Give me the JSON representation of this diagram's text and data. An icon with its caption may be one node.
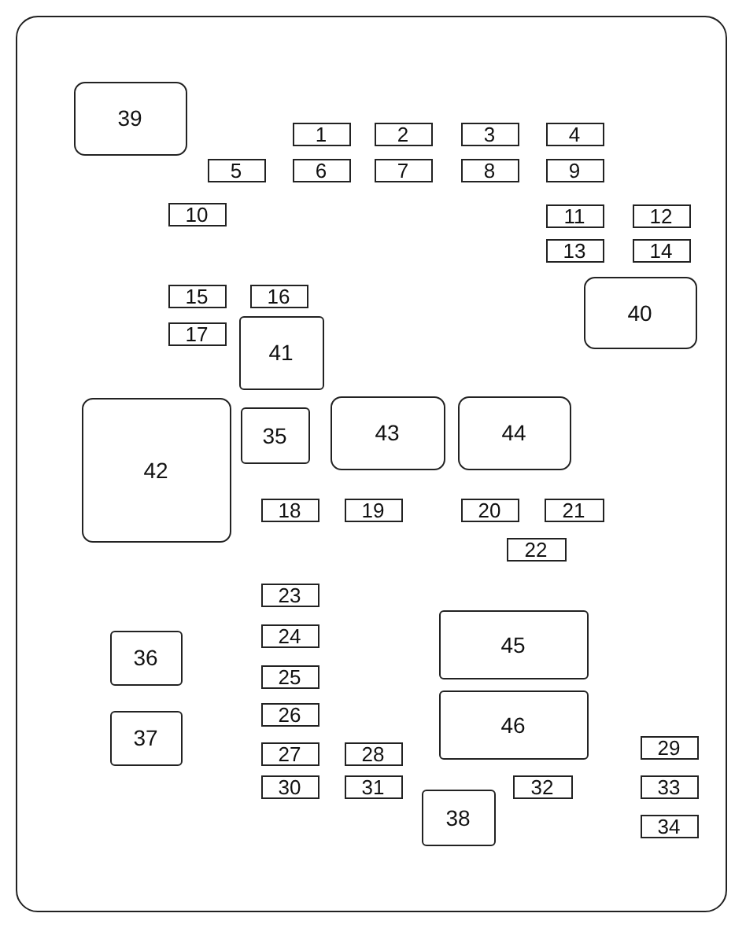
{
  "diagram": {
    "nodes": [
      {
        "text": [],
        "shape": "box"
      },
      {
        "text": [
          "39"
        ],
        "in": 0
      },
      {
        "text": [
          "1"
        ],
        "in": 0
      },
      {
        "text": [
          "2"
        ],
        "in": 0
      },
      {
        "text": [
          "3"
        ],
        "in": 0
      },
      {
        "text": [
          "4"
        ],
        "in": 0
      },
      {
        "text": [
          "5"
        ],
        "in": 0
      },
      {
        "text": [
          "6"
        ],
        "in": 0
      },
      {
        "text": [
          "7"
        ],
        "in": 0
      },
      {
        "text": [
          "8"
        ],
        "in": 0
      },
      {
        "text": [
          "9"
        ],
        "in": 0
      },
      {
        "text": [
          "10"
        ],
        "in": 0
      },
      {
        "text": [
          "11"
        ],
        "in": 0
      },
      {
        "text": [
          "12"
        ],
        "in": 0
      },
      {
        "text": [
          "13"
        ],
        "in": 0
      },
      {
        "text": [
          "14"
        ],
        "in": 0
      },
      {
        "text": [
          "40"
        ],
        "in": 0
      },
      {
        "text": [
          "15"
        ],
        "in": 0
      },
      {
        "text": [
          "16"
        ],
        "in": 0
      },
      {
        "text": [
          "41"
        ],
        "in": 0
      },
      {
        "text": [
          "17"
        ],
        "in": 0
      },
      {
        "text": [
          "42"
        ],
        "in": 0
      },
      {
        "text": [
          "43"
        ],
        "in": 0
      },
      {
        "text": [
          "44"
        ],
        "in": 0
      },
      {
        "text": [
          "35"
        ],
        "in": 0
      },
      {
        "text": [
          "18"
        ],
        "in": 0
      },
      {
        "text": [
          "19"
        ],
        "in": 0
      },
      {
        "text": [
          "20"
        ],
        "in": 0
      },
      {
        "text": [
          "21"
        ],
        "in": 0
      },
      {
        "text": [
          "22"
        ],
        "in": 0
      },
      {
        "text": [
          "23"
        ],
        "in": 0
      },
      {
        "text": [
          "45"
        ],
        "in": 0
      },
      {
        "text": [
          "24"
        ],
        "in": 0
      },
      {
        "text": [
          "36"
        ],
        "in": 0
      },
      {
        "text": [
          "25"
        ],
        "in": 0
      },
      {
        "text": [
          "46"
        ],
        "in": 0
      },
      {
        "text": [
          "26"
        ],
        "in": 0
      },
      {
        "text": [
          "37"
        ],
        "in": 0
      },
      {
        "text": [
          "29"
        ],
        "in": 0
      },
      {
        "text": [
          "27"
        ],
        "in": 0
      },
      {
        "text": [
          "28"
        ],
        "in": 0
      },
      {
        "text": [
          "30"
        ],
        "in": 0
      },
      {
        "text": [
          "31"
        ],
        "in": 0
      },
      {
        "text": [
          "32"
        ],
        "in": 0
      },
      {
        "text": [
          "33"
        ],
        "in": 0
      },
      {
        "text": [
          "38"
        ],
        "in": 0
      },
      {
        "text": [
          "34"
        ],
        "in": 0
      }
    ]
  }
}
